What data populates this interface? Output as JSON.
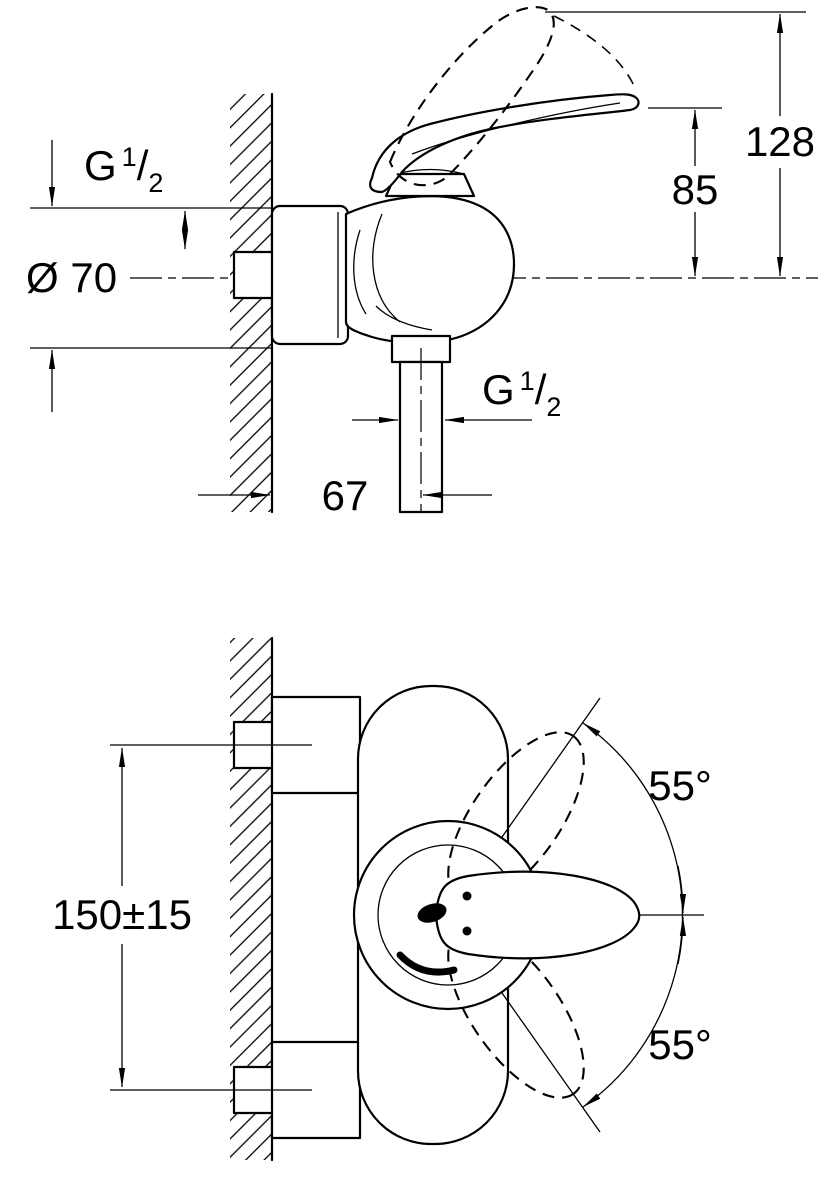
{
  "drawing": {
    "type": "technical-dimension-drawing",
    "line_color": "#000000",
    "background": "#ffffff"
  },
  "side_view": {
    "g_half_wall": {
      "base": "G",
      "num": "1",
      "slash": "/",
      "den": "2"
    },
    "diameter": "Ø 70",
    "height_total": "128",
    "height_body": "85",
    "depth": "67",
    "g_half_outlet": {
      "base": "G",
      "num": "1",
      "slash": "/",
      "den": "2"
    }
  },
  "top_view": {
    "spacing": "150±15",
    "angle_upper": "55°",
    "angle_lower": "55°"
  }
}
